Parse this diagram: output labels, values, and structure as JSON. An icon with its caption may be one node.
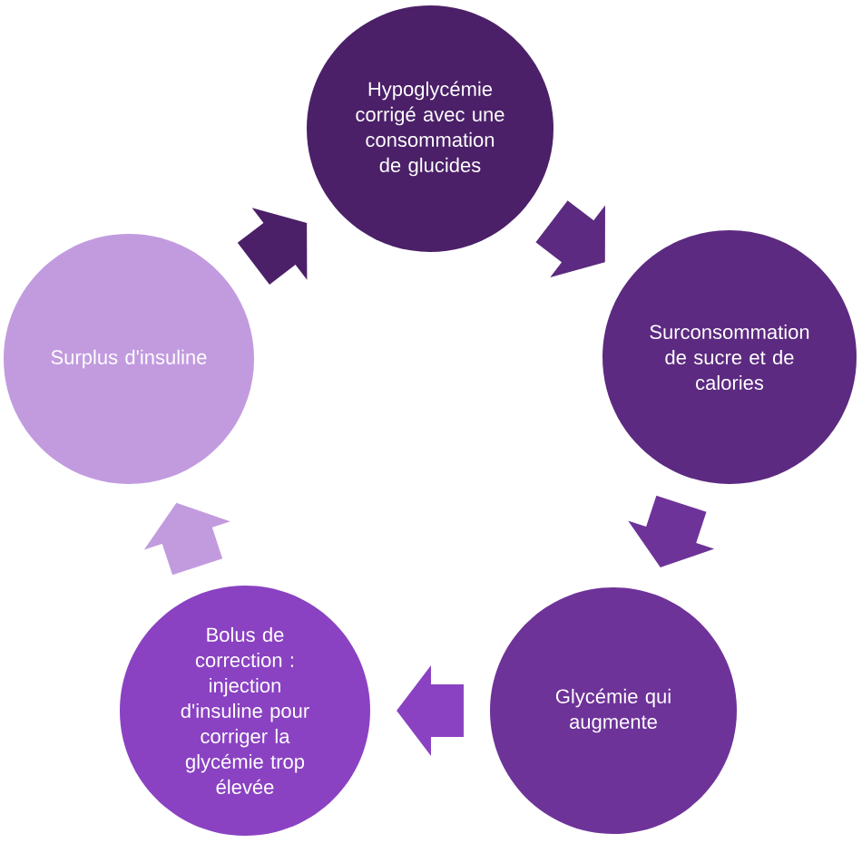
{
  "diagram": {
    "nodes": [
      {
        "text": [
          "Hypoglycémie corrigé avec une consommation de glucides"
        ]
      },
      {
        "text": [
          "Surconsommation de sucre et de calories"
        ]
      },
      {
        "text": [
          "Glycémie qui augmente"
        ]
      },
      {
        "text": [
          "Bolus de correction : injection d'insuline pour corriger la glycémie trop élevée"
        ]
      },
      {
        "text": [
          "Surplus d'insuline"
        ]
      }
    ],
    "edges": [
      {
        "from": 0,
        "to": 1,
        "arrow": "to",
        "color": "#5c2a80"
      },
      {
        "from": 1,
        "to": 2,
        "arrow": "to",
        "color": "#6e3399"
      },
      {
        "from": 2,
        "to": 3,
        "arrow": "to",
        "color": "#8a42c2"
      },
      {
        "from": 3,
        "to": 4,
        "arrow": "to",
        "color": "#c29bdf"
      },
      {
        "from": 4,
        "to": 0,
        "arrow": "to",
        "color": "#4b2068"
      }
    ]
  }
}
